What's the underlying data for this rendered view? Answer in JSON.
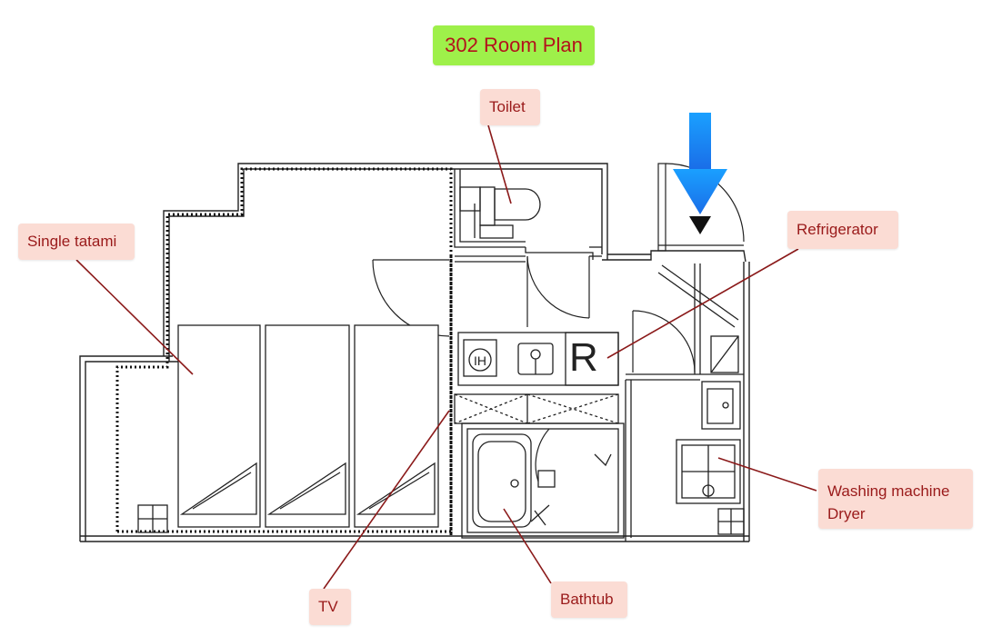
{
  "title": "302 Room Plan",
  "labels": {
    "toilet": "Toilet",
    "single_tatami": "Single tatami",
    "refrigerator": "Refrigerator",
    "washing_machine_line1": "Washing machine",
    "washing_machine_line2": "Dryer",
    "tv": "TV",
    "bathtub": "Bathtub"
  },
  "colors": {
    "title_bg": "#9ef04a",
    "title_text": "#b3121c",
    "label_bg": "#fbdcd4",
    "label_text": "#9a1a1a",
    "leader_line": "#8b1a1a",
    "entrance_arrow": "#1a8cff"
  },
  "icons": {
    "entrance": "entrance-arrow-icon",
    "fridge_glyph": "R"
  }
}
